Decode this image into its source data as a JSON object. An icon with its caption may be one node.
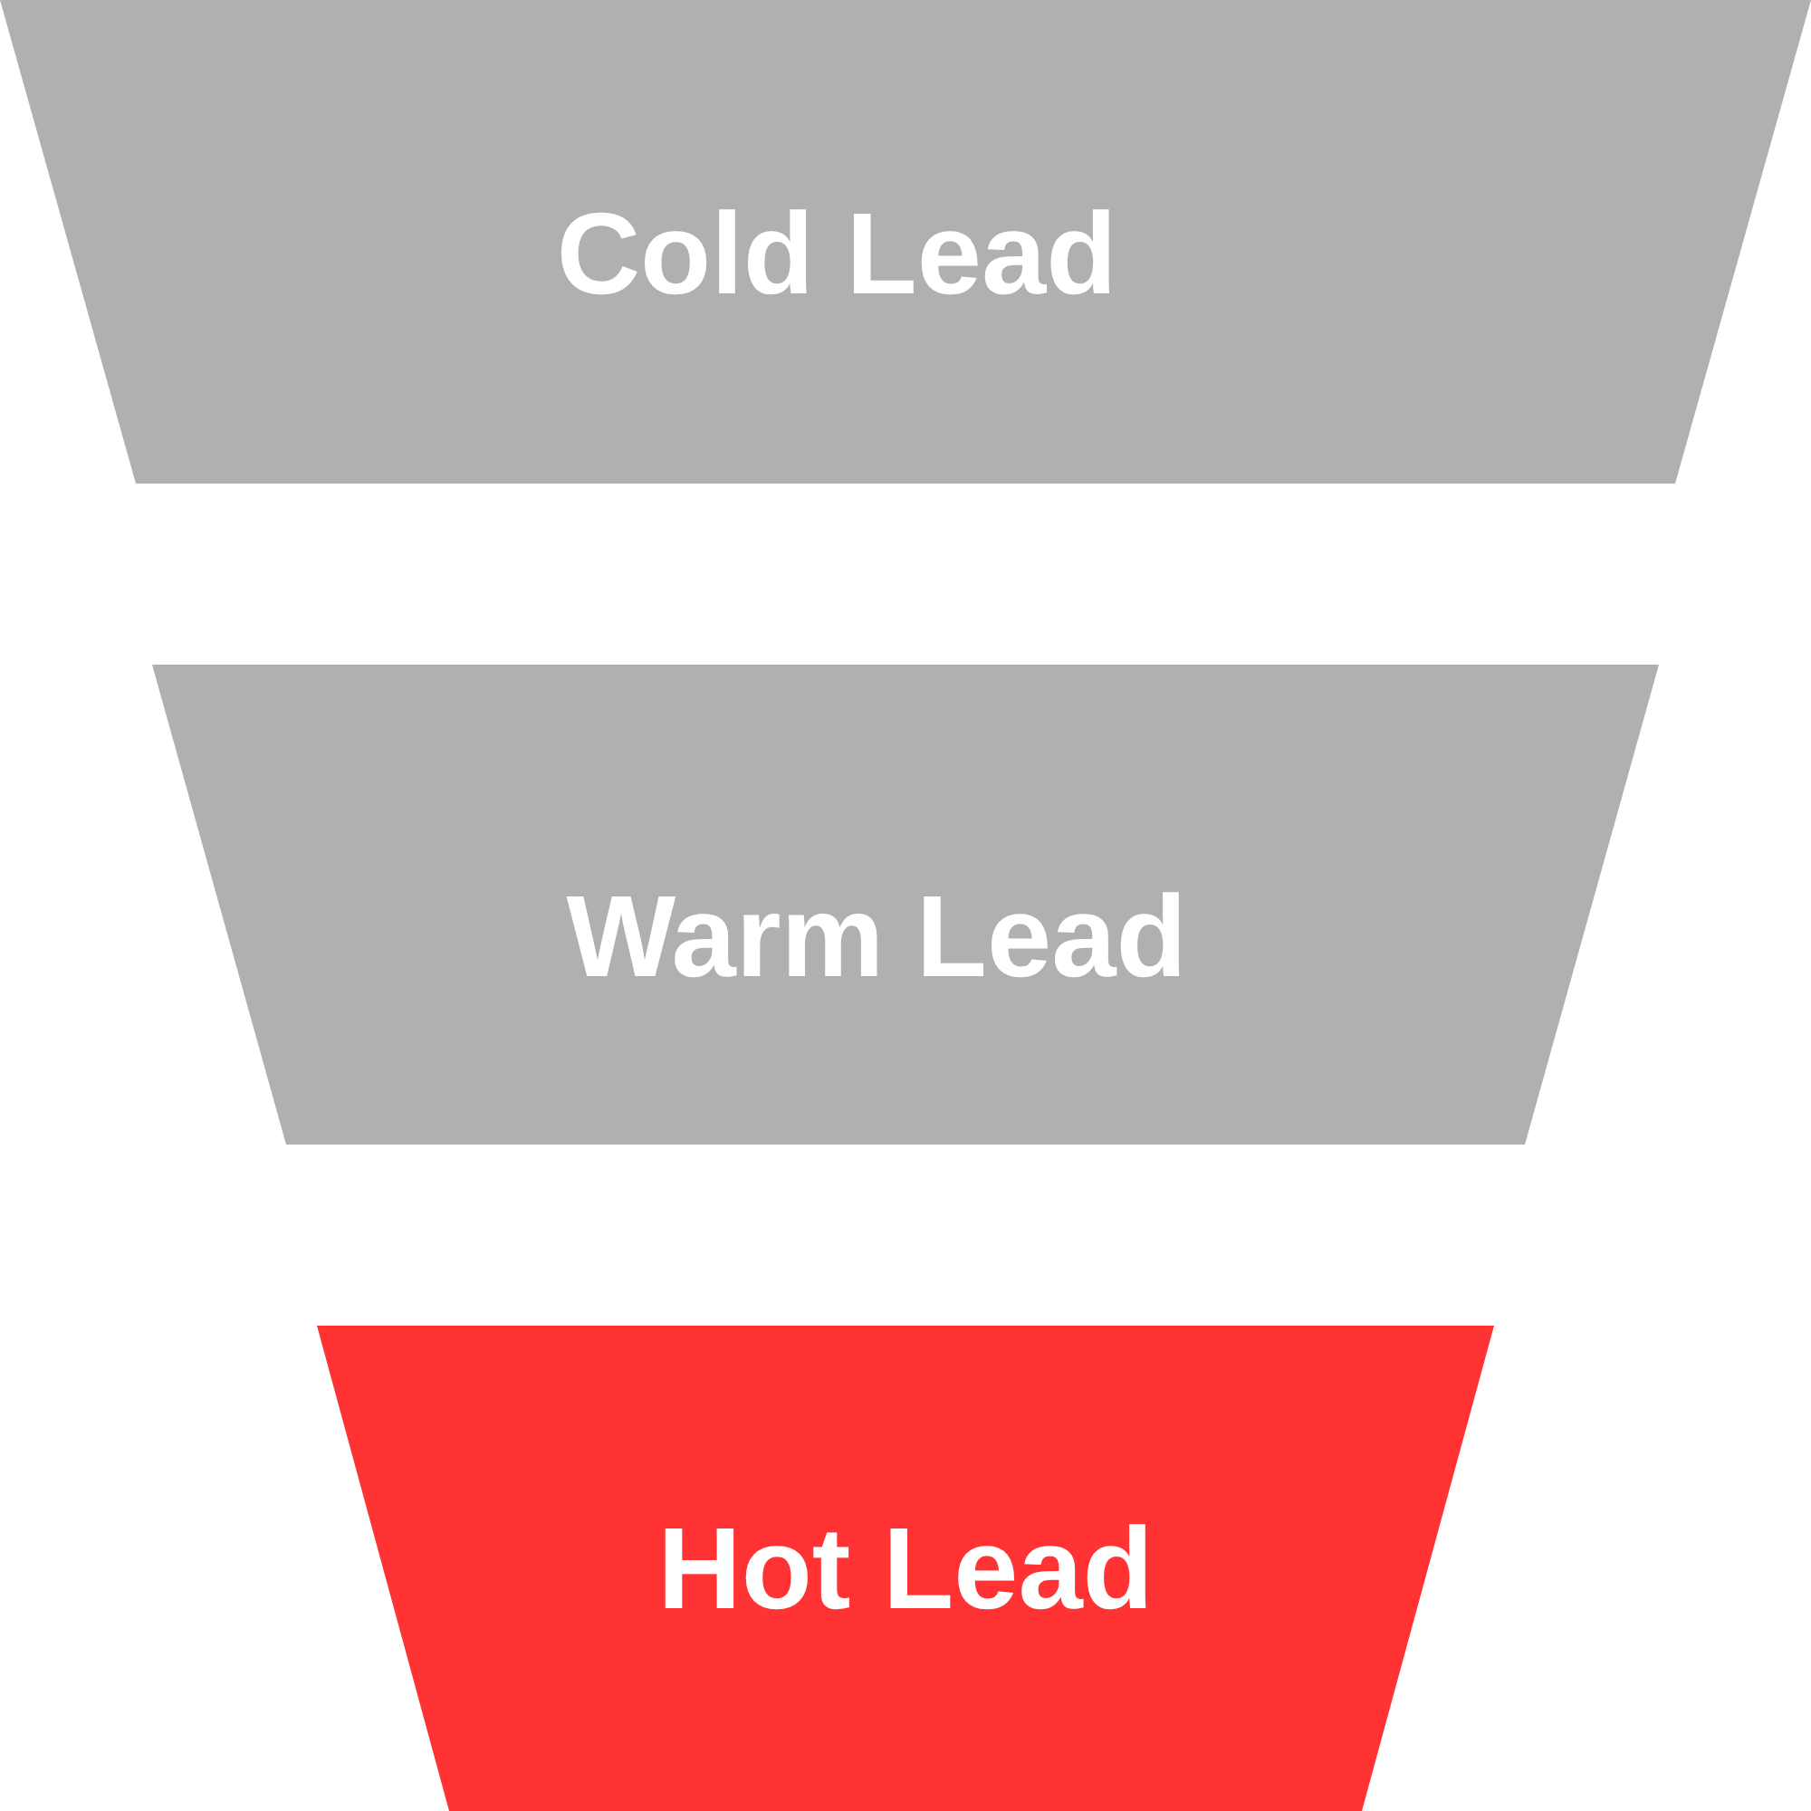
{
  "diagram": {
    "nodes": [
      {
        "text": [
          "Cold Lead"
        ]
      },
      {
        "text": [
          "Warm Lead"
        ]
      },
      {
        "text": [
          "Hot Lead"
        ]
      }
    ]
  }
}
